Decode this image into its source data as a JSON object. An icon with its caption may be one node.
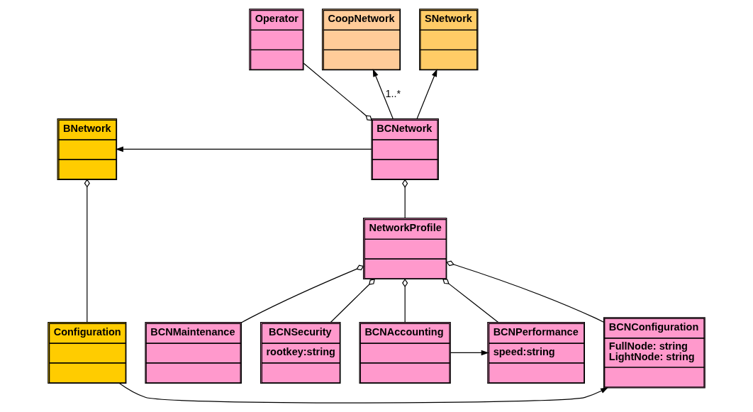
{
  "diagram": {
    "nodes": [
      {
        "text": [
          "SNetwork"
        ]
      },
      {
        "text": [
          "CoopNetwork"
        ]
      },
      {
        "text": [
          "Operator"
        ]
      },
      {
        "text": [
          "BNetwork"
        ]
      },
      {
        "text": [
          "BCNetwork"
        ]
      },
      {
        "text": [
          "NetworkProfile"
        ]
      },
      {
        "text": [
          "Configuration"
        ]
      },
      {
        "text": [
          "BCNConfiguration",
          "FullNode: string",
          "LightNode: string"
        ]
      },
      {
        "text": [
          "BCNMaintenance"
        ]
      },
      {
        "text": [
          "BCNSecurity",
          "rootkey:string"
        ]
      },
      {
        "text": [
          "BCNAccounting"
        ]
      },
      {
        "text": [
          "BCNPerformance",
          "speed:string"
        ]
      }
    ],
    "edges": [
      {
        "from": 4,
        "to": 0,
        "arrow": "to"
      },
      {
        "from": 4,
        "to": 1,
        "arrow": "to",
        "label": "1..*"
      },
      {
        "from": 4,
        "to": 3,
        "arrow": "to"
      },
      {
        "from": 2,
        "to": 4,
        "arrow": "other"
      },
      {
        "from": 5,
        "to": 4,
        "arrow": "other"
      },
      {
        "from": 6,
        "to": 3,
        "arrow": "other"
      },
      {
        "from": 7,
        "to": 5,
        "arrow": "other"
      },
      {
        "from": 8,
        "to": 5,
        "arrow": "other"
      },
      {
        "from": 9,
        "to": 5,
        "arrow": "other"
      },
      {
        "from": 10,
        "to": 5,
        "arrow": "other"
      },
      {
        "from": 11,
        "to": 5,
        "arrow": "other"
      },
      {
        "from": 6,
        "to": 7,
        "arrow": "to"
      },
      {
        "from": 10,
        "to": 11,
        "arrow": "to"
      }
    ]
  }
}
